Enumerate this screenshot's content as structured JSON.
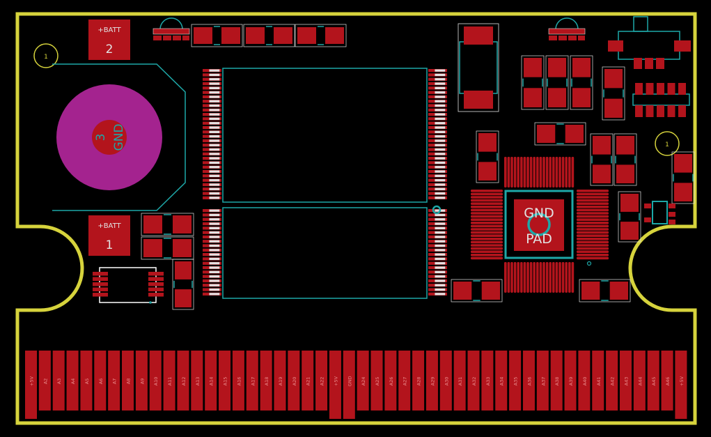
{
  "colors": {
    "background": "#000000",
    "edge_cuts": "#d6d33c",
    "copper_pad": "#b3141c",
    "pad_outline": "#e2e2e2",
    "silkscreen": "#1ea7a7",
    "plated_pad": "#a4238f",
    "outline_white": "#ffffff"
  },
  "labels": {
    "batt_plus_top": "+BATT",
    "batt_pad_top_num": "2",
    "batt_plus_bottom": "+BATT",
    "batt_pad_bottom_num": "1",
    "gnd_pad_num": "3",
    "gnd_pad_name": "GND",
    "fiducial_left": "1",
    "fiducial_right": "1",
    "qfn_center_line1": "GND",
    "qfn_center_line2": "PAD"
  },
  "connector": {
    "pin_labels": [
      "+5V",
      "A2",
      "A3",
      "A4",
      "A5",
      "A6",
      "A7",
      "A8",
      "A9",
      "A10",
      "A11",
      "A12",
      "A13",
      "A14",
      "A15",
      "A16",
      "A17",
      "A18",
      "A19",
      "A20",
      "A21",
      "A22",
      "+5V",
      "GND",
      "A24",
      "A25",
      "A26",
      "A27",
      "A28",
      "A29",
      "A30",
      "A31",
      "A32",
      "A33",
      "A34",
      "A35",
      "A36",
      "A37",
      "A38",
      "A39",
      "A40",
      "A41",
      "A42",
      "A43",
      "A44",
      "A45",
      "A46",
      "+5V"
    ]
  }
}
